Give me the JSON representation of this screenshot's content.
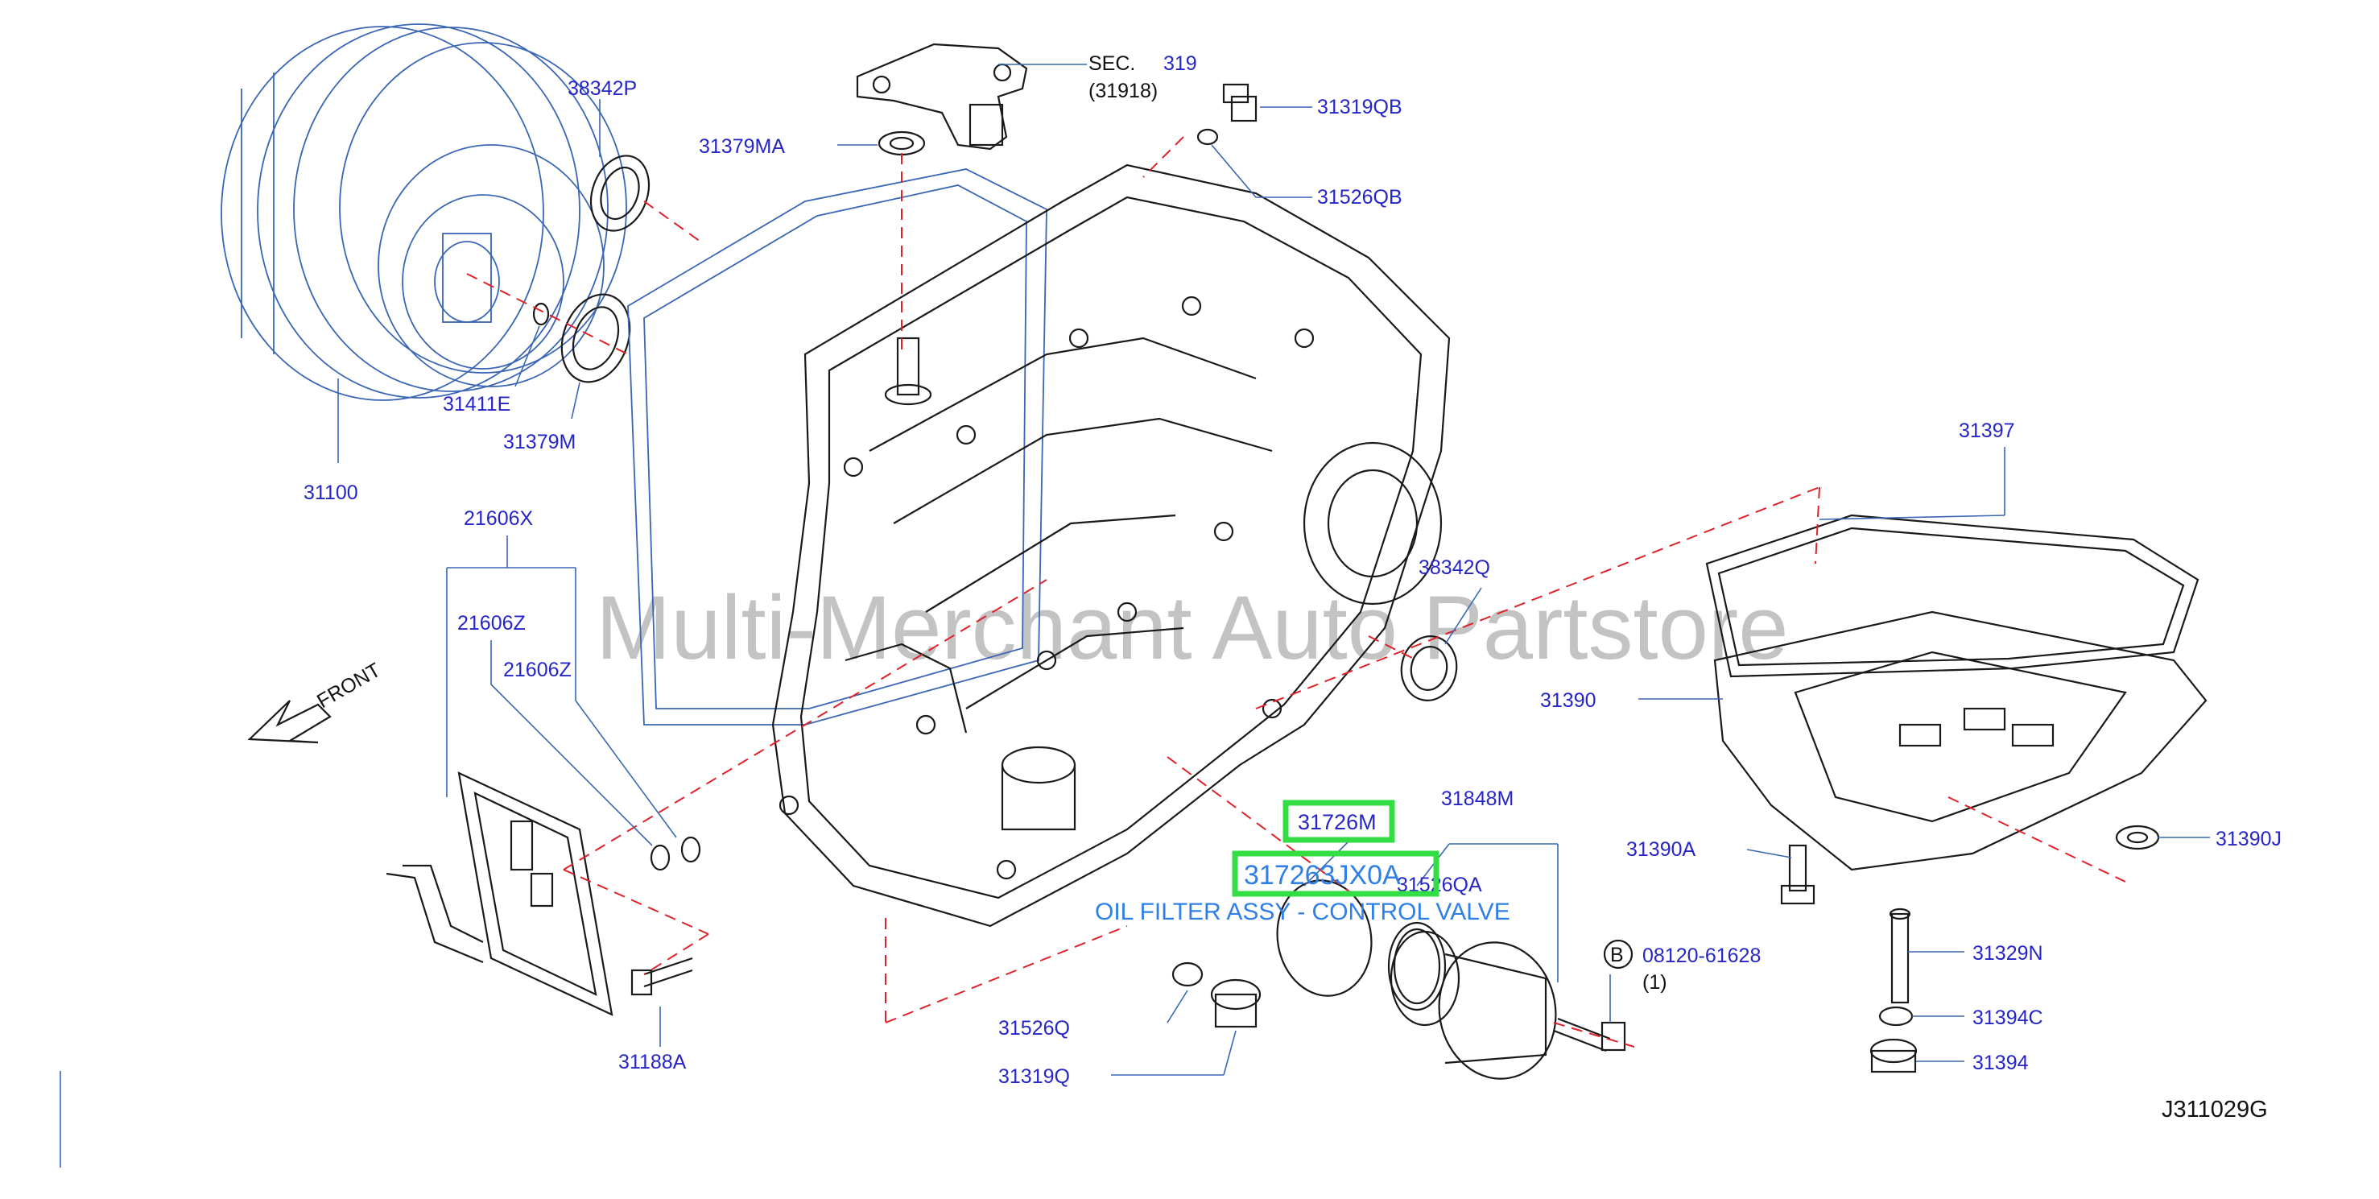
{
  "watermark": "Multi-Merchant Auto Partstore",
  "figure_code": "J311029G",
  "front_label": "FRONT",
  "highlight": {
    "part_number": "31726M",
    "alt_part_number": "317263JX0A",
    "description": "OIL FILTER ASSY - CONTROL VALVE"
  },
  "sec_ref": {
    "prefix": "SEC.",
    "number": "319",
    "sub": "(31918)"
  },
  "bolt_ref": {
    "letter": "B",
    "number": "08120-61628",
    "qty": "(1)"
  },
  "labels": {
    "l38342P": "38342P",
    "l31379MA": "31379MA",
    "l31319QB": "31319QB",
    "l31526QB": "31526QB",
    "l31411E": "31411E",
    "l31379M": "31379M",
    "l31100": "31100",
    "l21606X": "21606X",
    "l21606Z_1": "21606Z",
    "l21606Z_2": "21606Z",
    "l31397": "31397",
    "l38342Q": "38342Q",
    "l31390": "31390",
    "l31848M": "31848M",
    "l31526QA": "31526QA",
    "l31390A": "31390A",
    "l31390J": "31390J",
    "l31329N": "31329N",
    "l31394C": "31394C",
    "l31394": "31394",
    "l31188A": "31188A",
    "l31526Q": "31526Q",
    "l31319Q": "31319Q"
  }
}
